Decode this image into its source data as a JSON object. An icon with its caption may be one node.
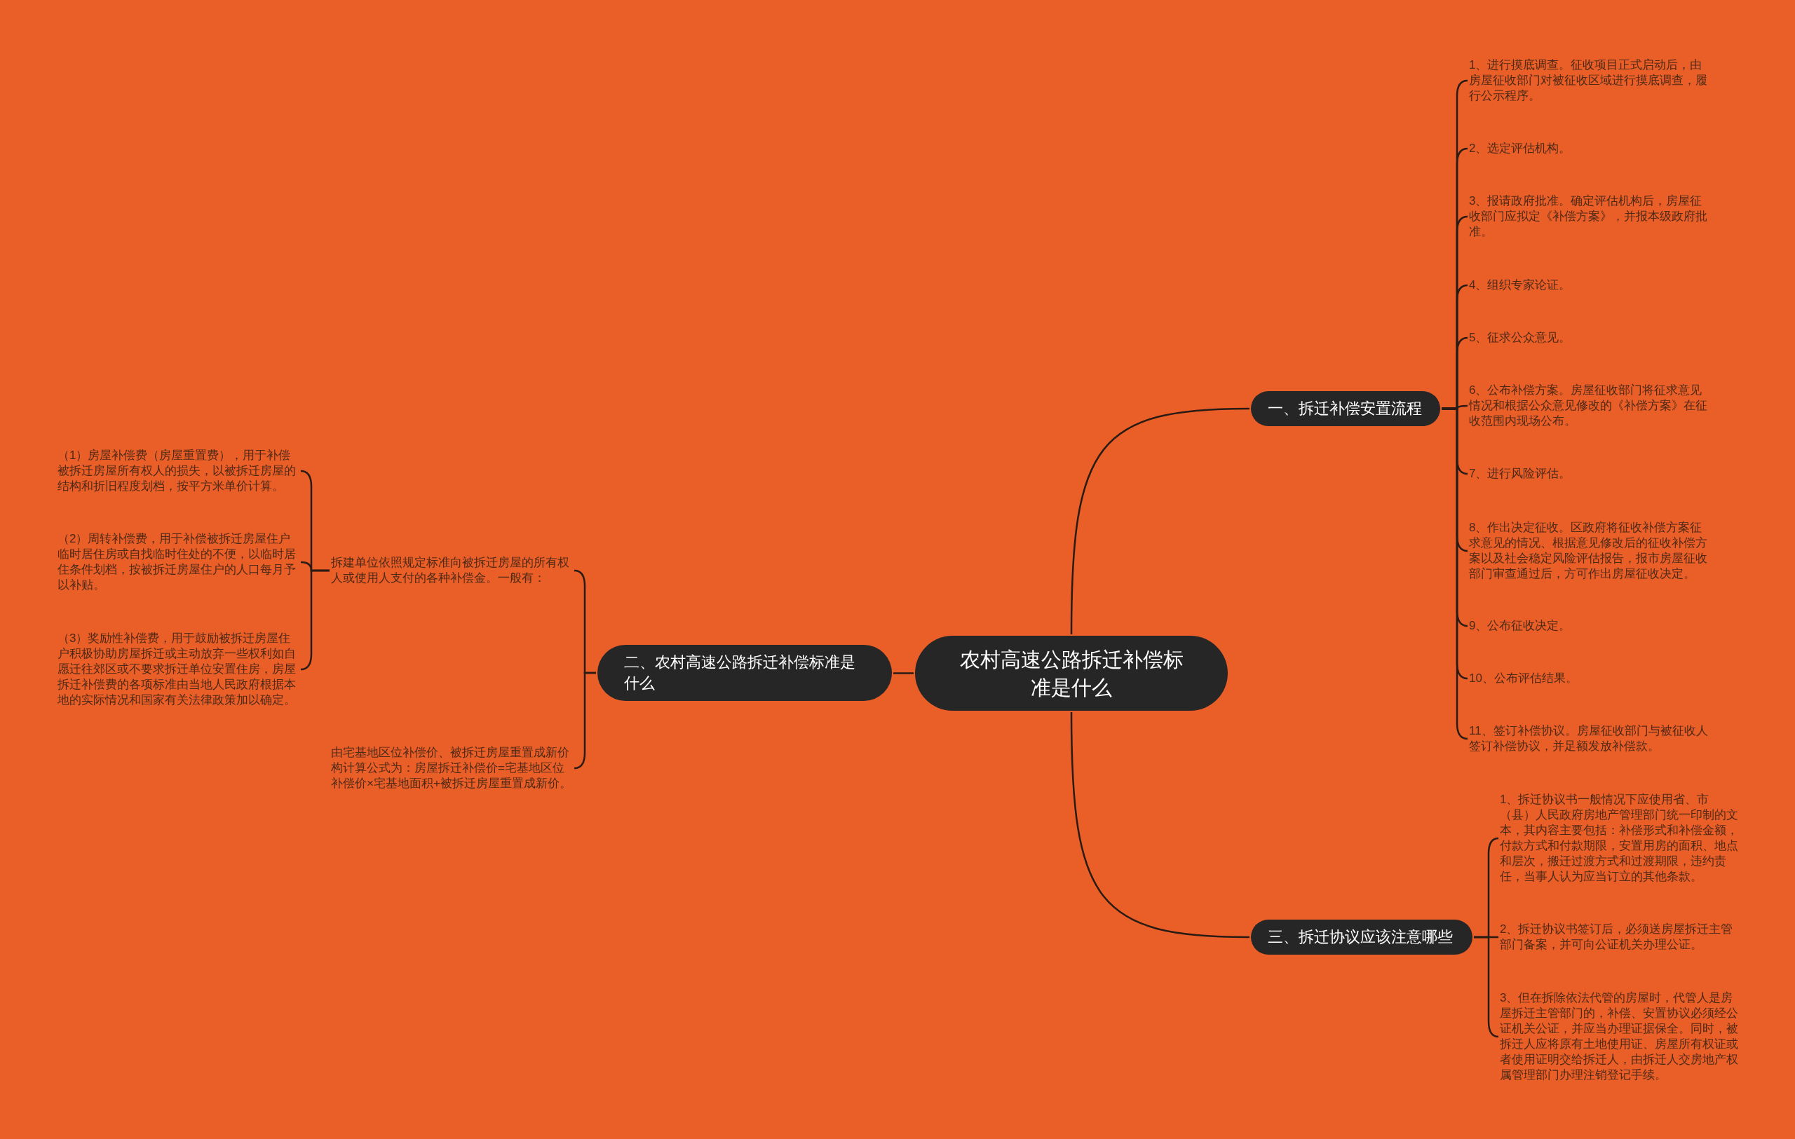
{
  "diagram": {
    "nodes": [
      {
        "text": [
          "农村高速公路拆迁补偿标准是什么"
        ]
      },
      {
        "text": [
          "一、拆迁补偿安置流程"
        ]
      },
      {
        "text": [
          "1、进行摸底调查。征收项目正式启动后，由房屋征收部门对被征收区域进行摸底调查，履行公示程序。"
        ]
      },
      {
        "text": [
          "2、选定评估机构。"
        ]
      },
      {
        "text": [
          "3、报请政府批准。确定评估机构后，房屋征收部门应拟定《补偿方案》，并报本级政府批准。"
        ]
      },
      {
        "text": [
          "4、组织专家论证。"
        ]
      },
      {
        "text": [
          "5、征求公众意见。"
        ]
      },
      {
        "text": [
          "6、公布补偿方案。房屋征收部门将征求意见情况和根据公众意见修改的《补偿方案》在征收范围内现场公布。"
        ]
      },
      {
        "text": [
          "7、进行风险评估。"
        ]
      },
      {
        "text": [
          "8、作出决定征收。区政府将征收补偿方案征求意见的情况、根据意见修改后的征收补偿方案以及社会稳定风险评估报告，报市房屋征收部门审查通过后，方可作出房屋征收决定。"
        ]
      },
      {
        "text": [
          "9、公布征收决定。"
        ]
      },
      {
        "text": [
          "10、公布评估结果。"
        ]
      },
      {
        "text": [
          "11、签订补偿协议。房屋征收部门与被征收人签订补偿协议，并足额发放补偿款。"
        ]
      },
      {
        "text": [
          "二、农村高速公路拆迁补偿标准是什么"
        ]
      },
      {
        "text": [
          "拆建单位依照规定标准向被拆迁房屋的所有权人或使用人支付的各种补偿金。一般有："
        ]
      },
      {
        "text": [
          "（1）房屋补偿费（房屋重置费），用于补偿被拆迁房屋所有权人的损失，以被拆迁房屋的结构和折旧程度划档，按平方米单价计算。"
        ]
      },
      {
        "text": [
          "（2）周转补偿费，用于补偿被拆迁房屋住户临时居住房或自找临时住处的不便，以临时居住条件划档，按被拆迁房屋住户的人口每月予以补贴。"
        ]
      },
      {
        "text": [
          "（3）奖励性补偿费，用于鼓励被拆迁房屋住户积极协助房屋拆迁或主动放弃一些权利如自愿迁往郊区或不要求拆迁单位安置住房，房屋拆迁补偿费的各项标准由当地人民政府根据本地的实际情况和国家有关法律政策加以确定。"
        ]
      },
      {
        "text": [
          "由宅基地区位补偿价、被拆迁房屋重置成新价构计算公式为：房屋拆迁补偿价=宅基地区位补偿价×宅基地面积+被拆迁房屋重置成新价。"
        ]
      },
      {
        "text": [
          "三、拆迁协议应该注意哪些"
        ]
      },
      {
        "text": [
          "1、拆迁协议书一般情况下应使用省、市（县）人民政府房地产管理部门统一印制的文本，其内容主要包括：补偿形式和补偿金额，付款方式和付款期限，安置用房的面积、地点和层次，搬迁过渡方式和过渡期限，违约责任，当事人认为应当订立的其他条款。"
        ]
      },
      {
        "text": [
          "2、拆迁协议书签订后，必须送房屋拆迁主管部门备案，并可向公证机关办理公证。"
        ]
      },
      {
        "text": [
          "3、但在拆除依法代管的房屋时，代管人是房屋拆迁主管部门的，补偿、安置协议必须经公证机关公证，并应当办理证据保全。同时，被拆迁人应将原有土地使用证、房屋所有权证或者使用证明交给拆迁人，由拆迁人交房地产权属管理部门办理注销登记手续。"
        ]
      }
    ],
    "edges": [
      {
        "from": 0,
        "to": 1,
        "arrow": "none"
      },
      {
        "from": 1,
        "to": 2,
        "arrow": "none"
      },
      {
        "from": 1,
        "to": 3,
        "arrow": "none"
      },
      {
        "from": 1,
        "to": 4,
        "arrow": "none"
      },
      {
        "from": 1,
        "to": 5,
        "arrow": "none"
      },
      {
        "from": 1,
        "to": 6,
        "arrow": "none"
      },
      {
        "from": 1,
        "to": 7,
        "arrow": "none"
      },
      {
        "from": 1,
        "to": 8,
        "arrow": "none"
      },
      {
        "from": 1,
        "to": 9,
        "arrow": "none"
      },
      {
        "from": 1,
        "to": 10,
        "arrow": "none"
      },
      {
        "from": 1,
        "to": 11,
        "arrow": "none"
      },
      {
        "from": 1,
        "to": 12,
        "arrow": "none"
      },
      {
        "from": 0,
        "to": 13,
        "arrow": "none"
      },
      {
        "from": 13,
        "to": 14,
        "arrow": "none"
      },
      {
        "from": 14,
        "to": 15,
        "arrow": "none"
      },
      {
        "from": 14,
        "to": 16,
        "arrow": "none"
      },
      {
        "from": 14,
        "to": 17,
        "arrow": "none"
      },
      {
        "from": 13,
        "to": 18,
        "arrow": "none"
      },
      {
        "from": 0,
        "to": 19,
        "arrow": "none"
      },
      {
        "from": 19,
        "to": 20,
        "arrow": "none"
      },
      {
        "from": 19,
        "to": 21,
        "arrow": "none"
      },
      {
        "from": 19,
        "to": 22,
        "arrow": "none"
      }
    ]
  }
}
